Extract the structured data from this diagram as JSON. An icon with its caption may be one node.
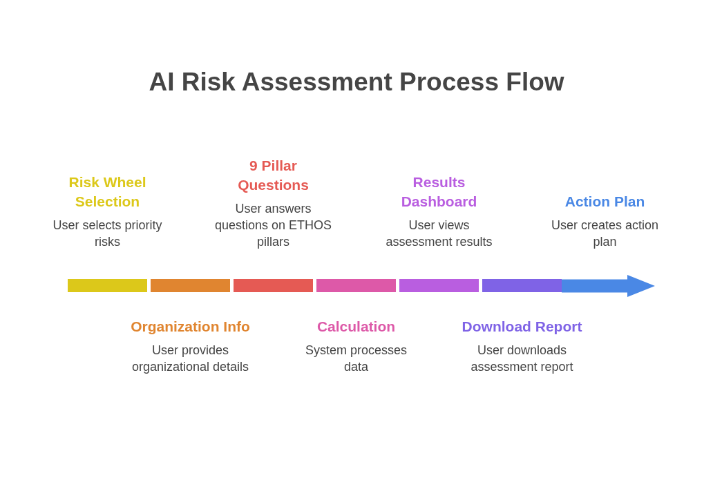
{
  "diagram": {
    "title": "AI Risk Assessment Process Flow",
    "nodes": [
      {
        "text": [
          "Risk Wheel Selection",
          "User selects priority risks"
        ]
      },
      {
        "text": [
          "Organization Info",
          "User provides organizational details"
        ]
      },
      {
        "text": [
          "9 Pillar Questions",
          "User answers questions on ETHOS pillars"
        ]
      },
      {
        "text": [
          "Calculation",
          "System processes data"
        ]
      },
      {
        "text": [
          "Results Dashboard",
          "User views assessment results"
        ]
      },
      {
        "text": [
          "Download Report",
          "User downloads assessment report"
        ]
      },
      {
        "text": [
          "Action Plan",
          "User creates action plan"
        ]
      }
    ]
  }
}
